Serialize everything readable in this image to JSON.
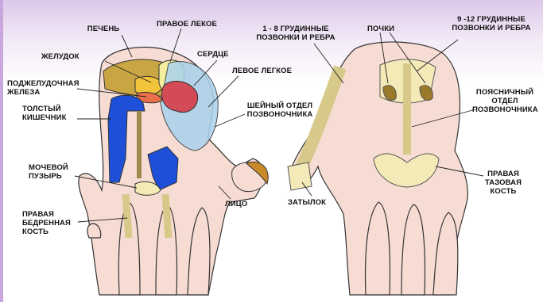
{
  "labels": {
    "liver": "ПЕЧЕНЬ",
    "right_lung": "ПРАВОЕ ЛЕКОЕ",
    "stomach": "ЖЕЛУДОК",
    "heart": "СЕРДЦЕ",
    "pancreas": "ПОДЖЕЛУДОЧНАЯ\nЖЕЛЕЗА",
    "left_lung": "ЛЕВОЕ ЛЕГКОЕ",
    "colon": "ТОЛСТЫЙ\nКИШЕЧНИК",
    "cervical": "ШЕЙНЫЙ ОТДЕЛ\nПОЗВОНОЧНИКА",
    "bladder": "МОЧЕВОЙ\nПУЗЫРЬ",
    "face": "ЛИЦО",
    "femur": "ПРАВАЯ\nБЕДРЕННАЯ\nКОСТЬ",
    "thoracic_1_8": "1 - 8 ГРУДИННЫЕ\nПОЗВОНКИ И РЕБРА",
    "kidneys": "ПОЧКИ",
    "thoracic_9_12": "9 -12 ГРУДИННЫЕ\nПОЗВОНКИ И РЕБРА",
    "lumbar": "ПОЯСНИЧНЫЙ\nОТДЕЛ\nПОЗВОНОЧНИКА",
    "pelvis": "ПРАВАЯ\nТАЗОВАЯ\nКОСТЬ",
    "occiput": "ЗАТЫЛОК"
  },
  "colors": {
    "skin": "#f7dcd4",
    "bone": "#f3eab7",
    "liver": "#c9a544",
    "colon": "#1d4fd8",
    "heart": "#d24b57",
    "lung": "#a9d2ec",
    "kidney": "#9a7a2a",
    "hair": "#c98a2a"
  }
}
